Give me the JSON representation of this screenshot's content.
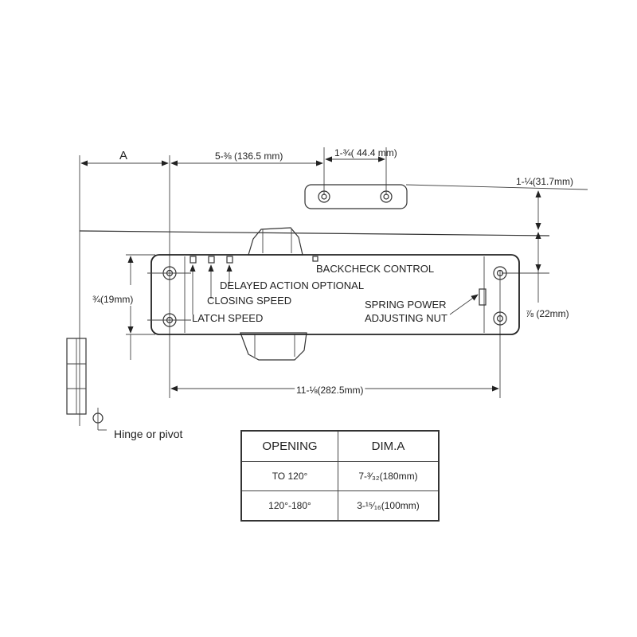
{
  "dimensions": {
    "a": "A",
    "length_top": "5-⅜ (136.5 mm)",
    "bracket_holes": "1-¾( 44.4 mm)",
    "vertical_offset": "1-¼(31.7mm)",
    "body_height": "¾(19mm)",
    "hole_offset": "⅞ (22mm)",
    "overall_length": "11-⅛(282.5mm)"
  },
  "labels": {
    "backcheck": "BACKCHECK CONTROL",
    "delayed_action": "DELAYED ACTION OPTIONAL",
    "closing_speed": "CLOSING SPEED",
    "latch_speed": "LATCH SPEED",
    "spring_power_1": "SPRING POWER",
    "spring_power_2": "ADJUSTING NUT",
    "hinge": "Hinge or pivot"
  },
  "table": {
    "headers": [
      "OPENING",
      "DIM.A"
    ],
    "rows": [
      [
        "TO 120°",
        "7-³⁄₃₂(180mm)"
      ],
      [
        "120°-180°",
        "3-¹⁵⁄₁₆(100mm)"
      ]
    ]
  }
}
